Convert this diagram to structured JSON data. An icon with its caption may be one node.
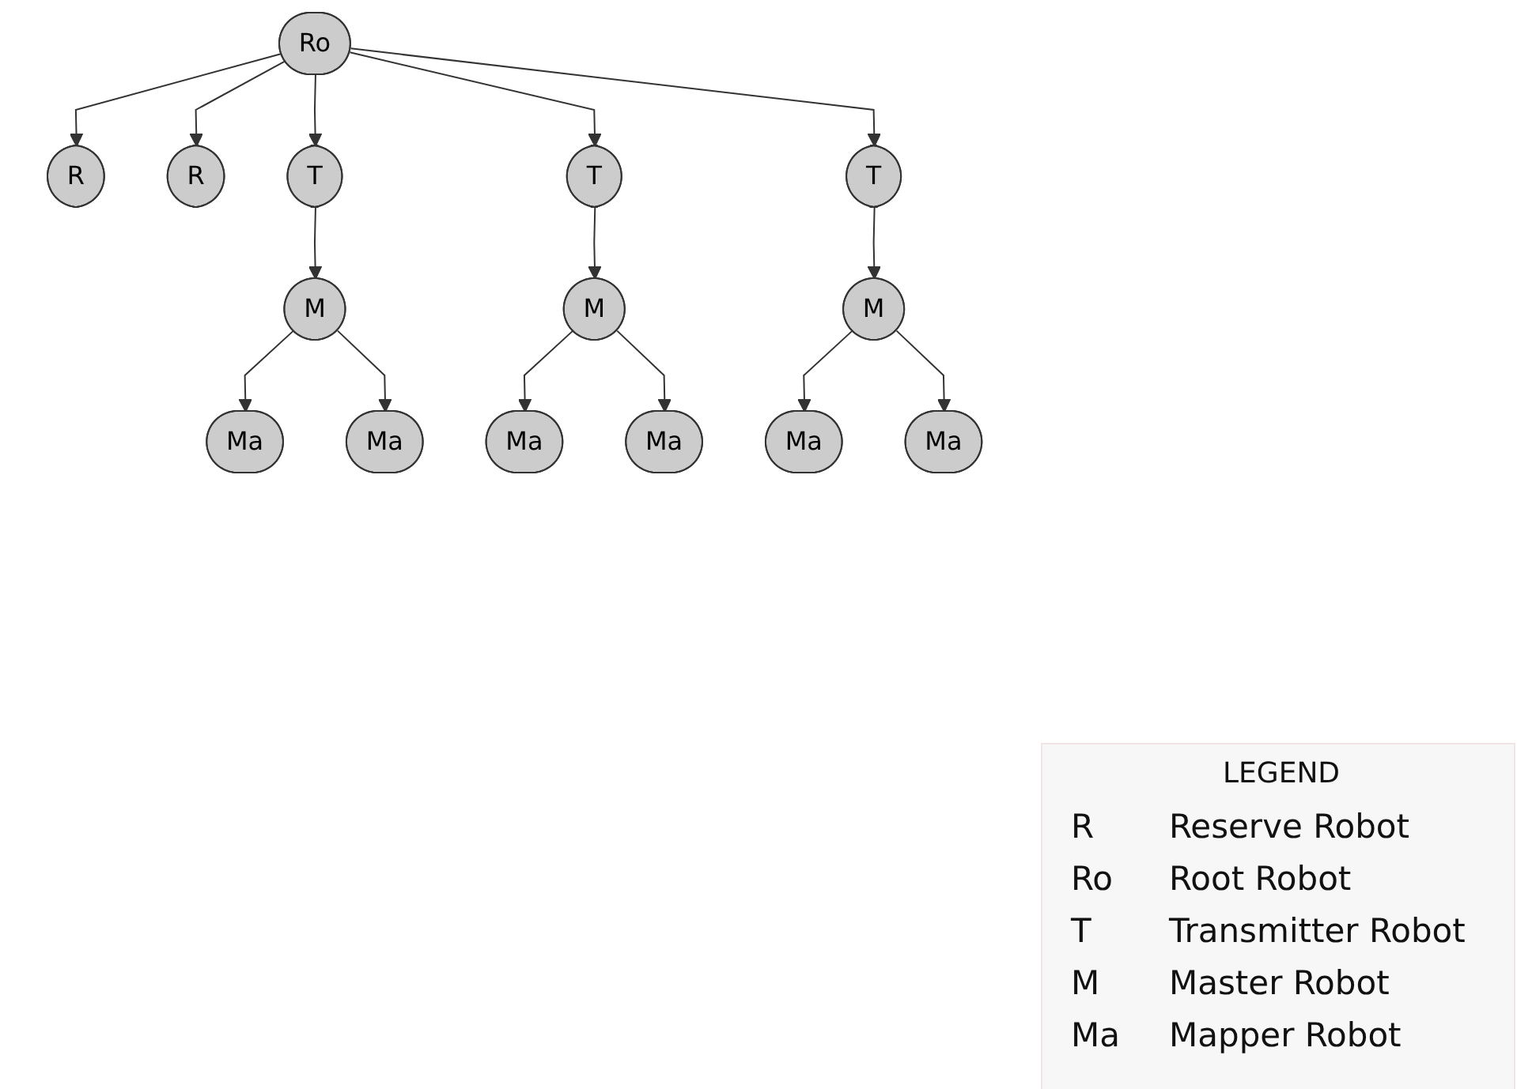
{
  "diagram": {
    "nodes": [
      {
        "text": [
          "R"
        ]
      },
      {
        "text": [
          "R"
        ]
      },
      {
        "text": [
          "Ro"
        ]
      },
      {
        "text": [
          "T"
        ]
      },
      {
        "text": [
          "T"
        ]
      },
      {
        "text": [
          "T"
        ]
      },
      {
        "text": [
          "M"
        ]
      },
      {
        "text": [
          "M"
        ]
      },
      {
        "text": [
          "M"
        ]
      },
      {
        "text": [
          "Ma"
        ]
      },
      {
        "text": [
          "Ma"
        ]
      },
      {
        "text": [
          "Ma"
        ]
      },
      {
        "text": [
          "Ma"
        ]
      },
      {
        "text": [
          "Ma"
        ]
      },
      {
        "text": [
          "Ma"
        ]
      }
    ],
    "edges": [
      {
        "from": 2,
        "to": 0,
        "arrow": "to"
      },
      {
        "from": 2,
        "to": 1,
        "arrow": "to"
      },
      {
        "from": 2,
        "to": 3,
        "arrow": "to"
      },
      {
        "from": 2,
        "to": 4,
        "arrow": "to"
      },
      {
        "from": 2,
        "to": 5,
        "arrow": "to"
      },
      {
        "from": 3,
        "to": 6,
        "arrow": "to"
      },
      {
        "from": 4,
        "to": 7,
        "arrow": "to"
      },
      {
        "from": 5,
        "to": 8,
        "arrow": "to"
      },
      {
        "from": 6,
        "to": 9,
        "arrow": "to"
      },
      {
        "from": 6,
        "to": 10,
        "arrow": "to"
      },
      {
        "from": 7,
        "to": 11,
        "arrow": "to"
      },
      {
        "from": 7,
        "to": 12,
        "arrow": "to"
      },
      {
        "from": 8,
        "to": 13,
        "arrow": "to"
      },
      {
        "from": 8,
        "to": 14,
        "arrow": "to"
      }
    ],
    "labels": [
      "LEGEND",
      "R",
      "Reserve Robot",
      "Ro",
      "Root Robot",
      "T",
      "Transmitter Robot",
      "M",
      "Master Robot",
      "Ma",
      "Mapper Robot"
    ]
  }
}
